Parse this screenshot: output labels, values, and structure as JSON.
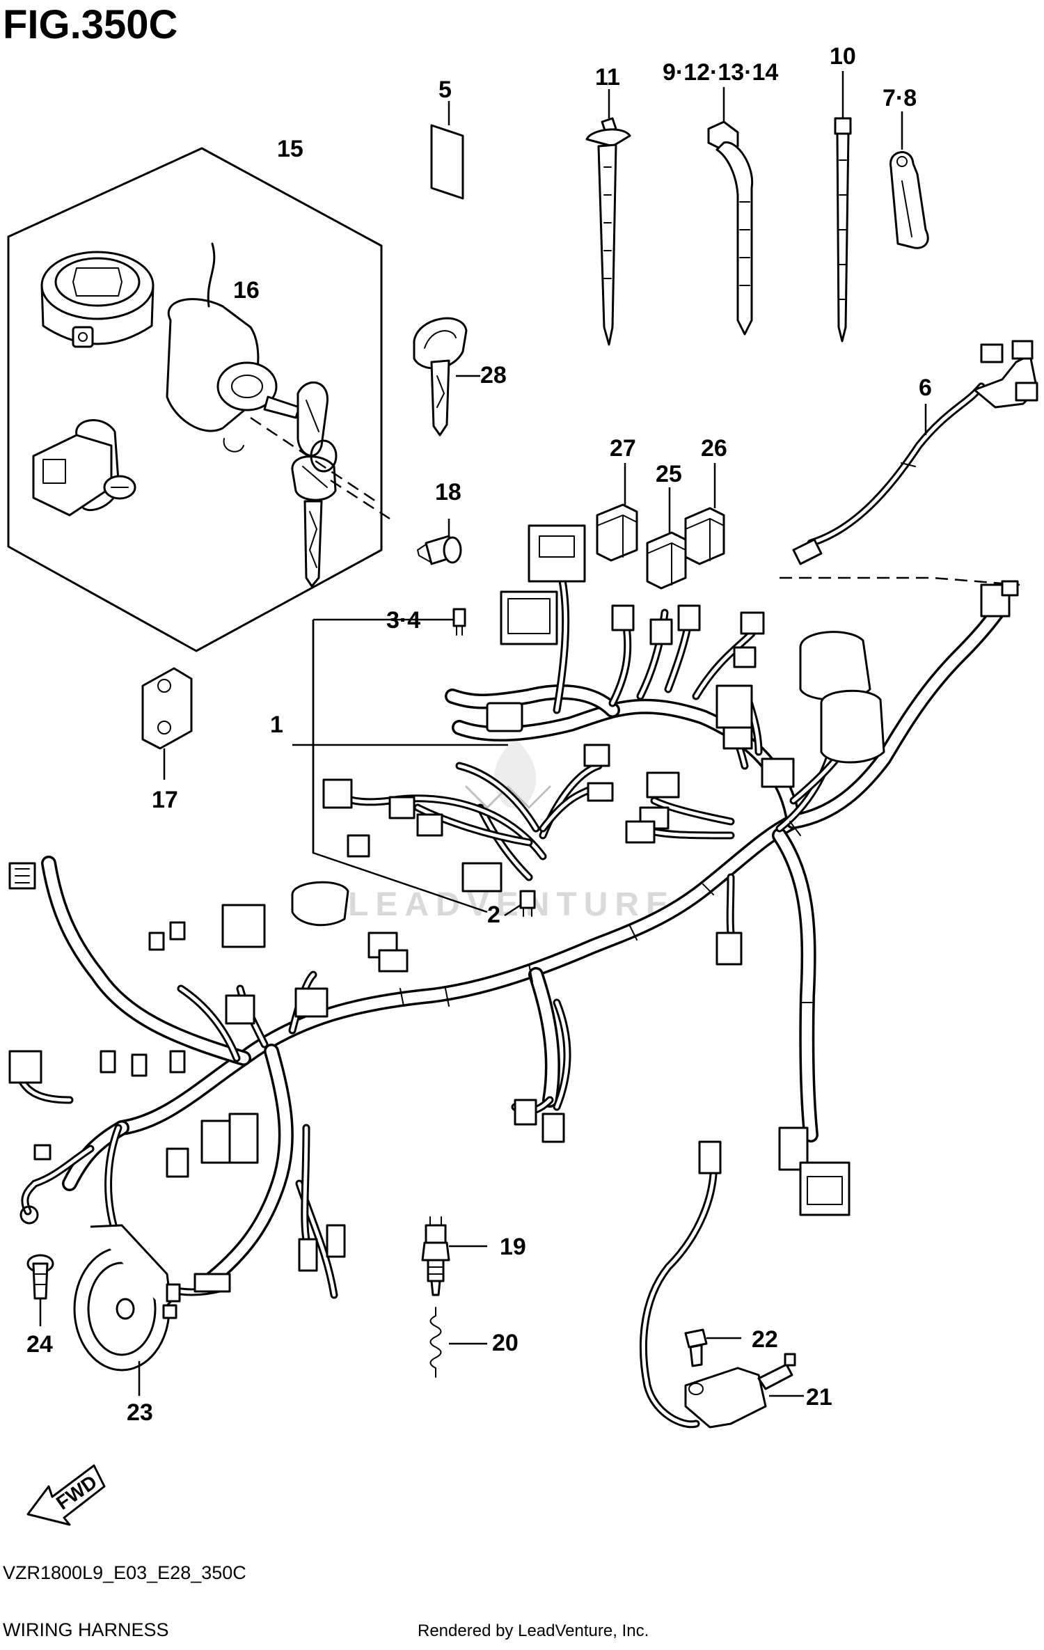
{
  "figure": {
    "title": "FIG.350C",
    "model_code": "VZR1800L9_E03_E28_350C",
    "caption": "WIRING HARNESS",
    "credit": "Rendered by LeadVenture, Inc.",
    "watermark": "LEADVENTURE",
    "direction_marker": "FWD"
  },
  "callouts": {
    "c1": "1",
    "c2": "2",
    "c3_4": "3·4",
    "c5": "5",
    "c6": "6",
    "c7_8": "7·8",
    "c9_12_13_14": "9·12·13·14",
    "c10": "10",
    "c11": "11",
    "c15": "15",
    "c16": "16",
    "c17": "17",
    "c18": "18",
    "c19": "19",
    "c20": "20",
    "c21": "21",
    "c22": "22",
    "c23": "23",
    "c24": "24",
    "c25": "25",
    "c26": "26",
    "c27": "27",
    "c28": "28"
  }
}
